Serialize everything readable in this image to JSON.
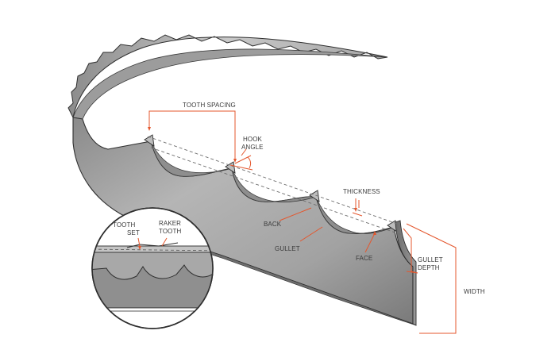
{
  "labels": {
    "tooth_spacing": "TOOTH SPACING",
    "hook": "HOOK",
    "angle": "ANGLE",
    "thickness": "THICKNESS",
    "back": "BACK",
    "gullet": "GULLET",
    "face": "FACE",
    "gullet_depth_1": "GULLET",
    "gullet_depth_2": "DEPTH",
    "width": "WIDTH",
    "tooth_set_1": "TOOTH",
    "tooth_set_2": "SET",
    "raker_tooth_1": "RAKER",
    "raker_tooth_2": "TOOTH"
  },
  "colors": {
    "leader": "#e4572e",
    "blade_light": "#c9c9c9",
    "blade_mid": "#a9a9a9",
    "blade_dark": "#7d7d7d",
    "outline": "#2e2e2e",
    "text": "#3a3a3a"
  },
  "icons": {
    "detail_inset": "magnifier-circle-icon"
  }
}
